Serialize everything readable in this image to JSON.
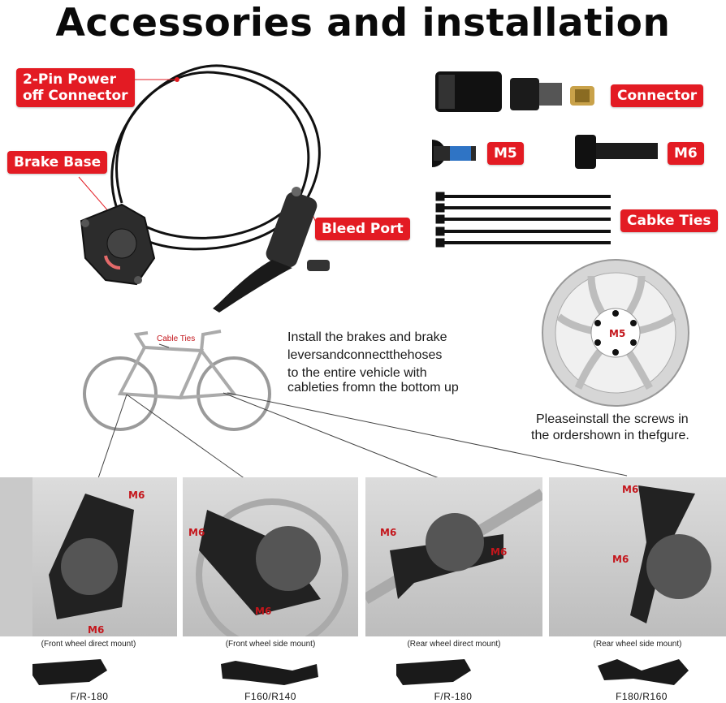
{
  "title": "Accessories and installation",
  "labels": {
    "power_connector": "2-Pin Power off Connector",
    "power_connector_l1": "2-Pin Power",
    "power_connector_l2": "off Connector",
    "brake_base": "Brake Base",
    "bleed_port": "Bleed Port",
    "connector": "Connector",
    "m5": "M5",
    "m6": "M6",
    "cable_ties": "Cabke Ties"
  },
  "bike": {
    "cable_ties_note": "Cable Ties"
  },
  "rotor": {
    "label": "M5"
  },
  "instructions": {
    "line1": "Install the brakes and brake",
    "line2": "leversandconnectthehoses",
    "line3": "to the entire vehicle with",
    "line4": "cableties fromn the bottom up"
  },
  "rotor_note": {
    "line1": "Pleaseinstall the screws in",
    "line2": "the ordershown in thefgure."
  },
  "mounts": [
    {
      "caption": "(Front wheel direct mount)",
      "adapter": "F/R-180",
      "screw_label": "M6"
    },
    {
      "caption": "(Front wheel side mount)",
      "adapter": "F160/R140",
      "screw_label": "M6"
    },
    {
      "caption": "(Rear wheel direct mount)",
      "adapter": "F/R-180",
      "screw_label": "M6"
    },
    {
      "caption": "(Rear wheel side mount)",
      "adapter": "F180/R160",
      "screw_label": "M6"
    }
  ],
  "colors": {
    "tag_red": "#e31b23",
    "text": "#111111",
    "label_red": "#c4161c"
  }
}
